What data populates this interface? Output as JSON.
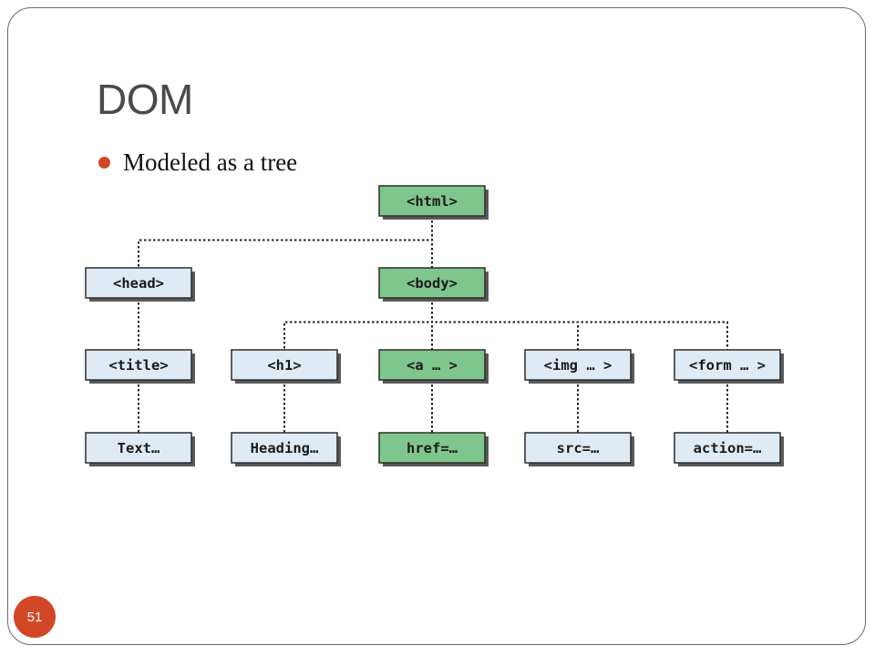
{
  "slide": {
    "title": "DOM",
    "bullets": [
      "Modeled as a tree"
    ],
    "page_number": "51"
  },
  "colors": {
    "accent": "#d24726",
    "node_plain": "#deebf5",
    "node_highlight": "#7fc68c"
  },
  "tree": {
    "nodes": [
      {
        "id": "html",
        "label": "<html>",
        "highlight": true
      },
      {
        "id": "head",
        "label": "<head>",
        "highlight": false
      },
      {
        "id": "body",
        "label": "<body>",
        "highlight": true
      },
      {
        "id": "title",
        "label": "<title>",
        "highlight": false
      },
      {
        "id": "h1",
        "label": "<h1>",
        "highlight": false
      },
      {
        "id": "a",
        "label": "<a … >",
        "highlight": true
      },
      {
        "id": "img",
        "label": "<img … >",
        "highlight": false
      },
      {
        "id": "form",
        "label": "<form … >",
        "highlight": false
      },
      {
        "id": "text",
        "label": "Text…",
        "highlight": false
      },
      {
        "id": "heading",
        "label": "Heading…",
        "highlight": false
      },
      {
        "id": "href",
        "label": "href=…",
        "highlight": true
      },
      {
        "id": "src",
        "label": "src=…",
        "highlight": false
      },
      {
        "id": "action",
        "label": "action=…",
        "highlight": false
      }
    ],
    "edges": [
      [
        "html",
        "head"
      ],
      [
        "html",
        "body"
      ],
      [
        "head",
        "title"
      ],
      [
        "body",
        "h1"
      ],
      [
        "body",
        "a"
      ],
      [
        "body",
        "img"
      ],
      [
        "body",
        "form"
      ],
      [
        "title",
        "text"
      ],
      [
        "h1",
        "heading"
      ],
      [
        "a",
        "href"
      ],
      [
        "img",
        "src"
      ],
      [
        "form",
        "action"
      ]
    ]
  }
}
